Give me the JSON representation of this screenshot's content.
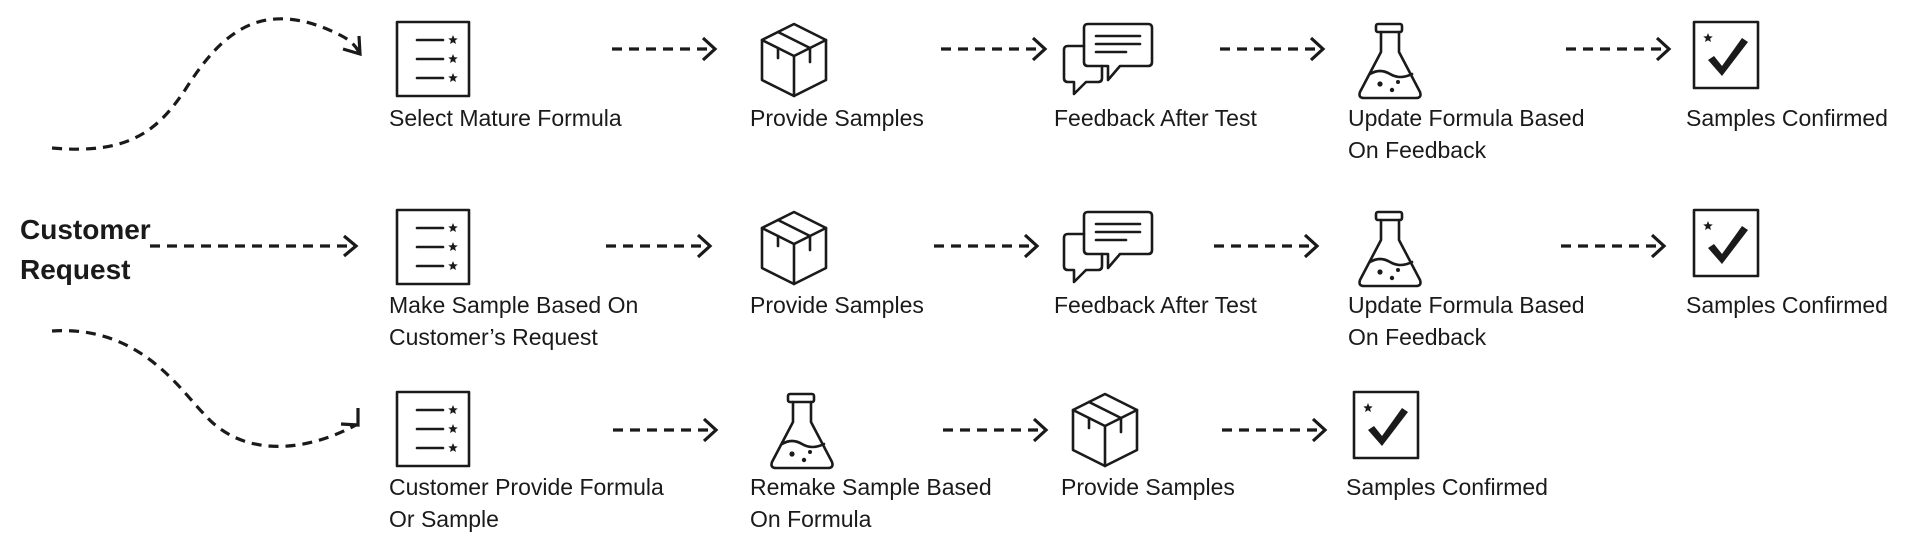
{
  "start_label": [
    "Customer",
    "Request"
  ],
  "rows": [
    {
      "steps": [
        {
          "icon": "checklist-icon",
          "label": [
            "Select Mature Formula"
          ]
        },
        {
          "icon": "box-icon",
          "label": [
            "Provide Samples"
          ]
        },
        {
          "icon": "chat-bubbles-icon",
          "label": [
            "Feedback After Test"
          ]
        },
        {
          "icon": "flask-icon",
          "label": [
            "Update Formula Based",
            "On Feedback"
          ]
        },
        {
          "icon": "confirmed-check-icon",
          "label": [
            "Samples Confirmed"
          ]
        }
      ]
    },
    {
      "steps": [
        {
          "icon": "checklist-icon",
          "label": [
            "Make Sample Based On",
            "Customer’s Request"
          ]
        },
        {
          "icon": "box-icon",
          "label": [
            "Provide Samples"
          ]
        },
        {
          "icon": "chat-bubbles-icon",
          "label": [
            "Feedback After Test"
          ]
        },
        {
          "icon": "flask-icon",
          "label": [
            "Update Formula Based",
            "On Feedback"
          ]
        },
        {
          "icon": "confirmed-check-icon",
          "label": [
            "Samples Confirmed"
          ]
        }
      ]
    },
    {
      "steps": [
        {
          "icon": "checklist-icon",
          "label": [
            "Customer Provide Formula",
            "Or Sample"
          ]
        },
        {
          "icon": "flask-icon",
          "label": [
            "Remake Sample Based",
            "On Formula"
          ]
        },
        {
          "icon": "box-icon",
          "label": [
            "Provide Samples"
          ]
        },
        {
          "icon": "confirmed-check-icon",
          "label": [
            "Samples Confirmed"
          ]
        }
      ]
    }
  ]
}
